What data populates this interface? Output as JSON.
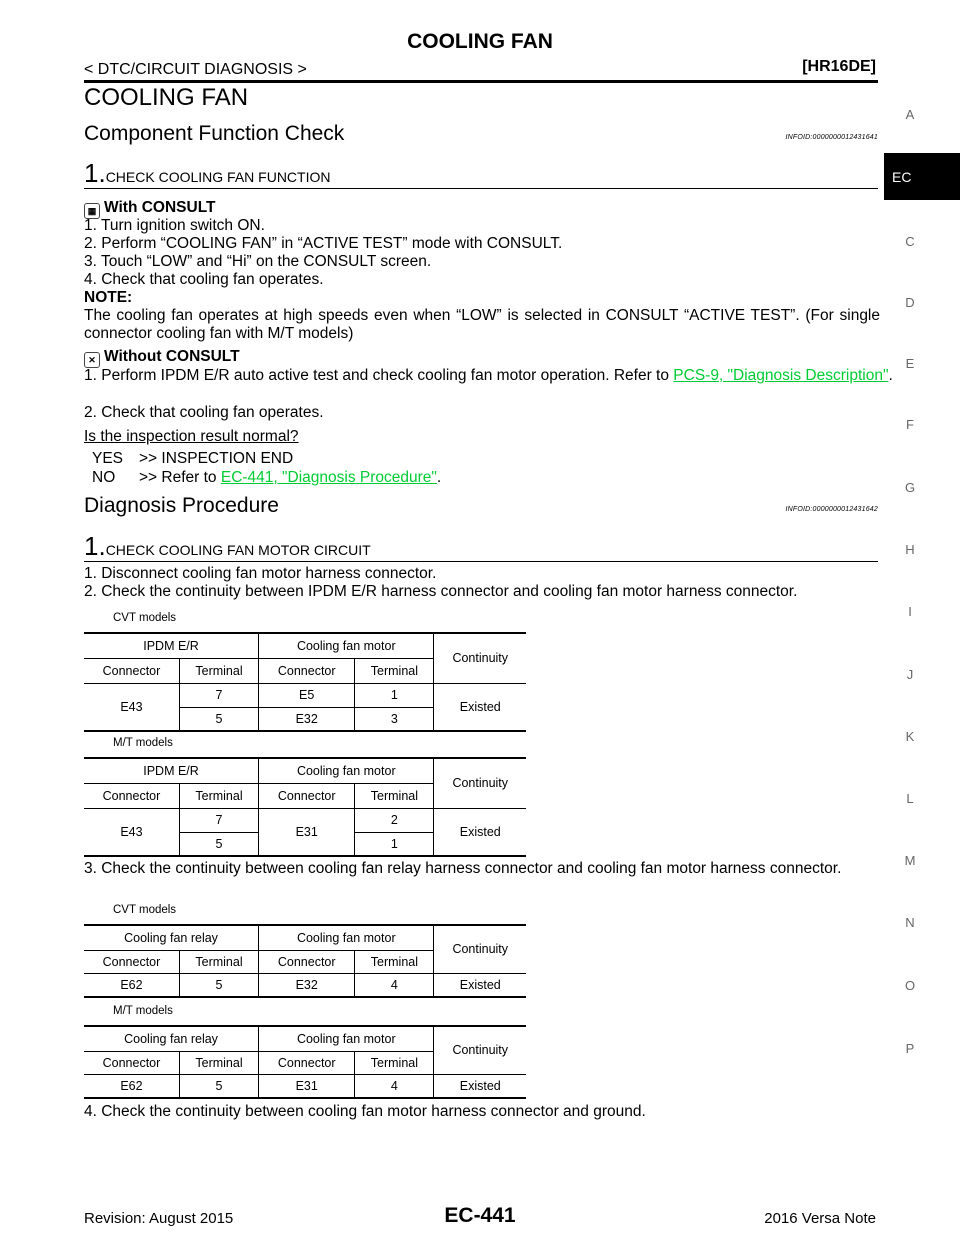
{
  "header": {
    "title": "COOLING FAN",
    "breadcrumb": "< DTC/CIRCUIT DIAGNOSIS >",
    "engine": "[HR16DE]"
  },
  "section_title": "COOLING FAN",
  "cfc": {
    "title": "Component Function Check",
    "infoid": "INFOID:0000000012431641",
    "step_num": "1.",
    "step_title": "CHECK COOLING FAN FUNCTION",
    "with_consult": "With CONSULT",
    "wc_lines": [
      "1. Turn ignition switch ON.",
      "2. Perform “COOLING FAN” in “ACTIVE TEST” mode with CONSULT.",
      "3. Touch “LOW” and “Hi” on the CONSULT screen.",
      "4. Check that cooling fan operates."
    ],
    "note_label": "NOTE:",
    "note_text": "The cooling fan operates at high speeds even when “LOW” is selected in CONSULT “ACTIVE TEST”. (For single connector cooling fan with M/T models)",
    "without_consult": "Without CONSULT",
    "wo_line1_pre": "1. Perform IPDM E/R auto active test and check cooling fan motor operation. Refer to ",
    "wo_line1_link": "PCS-9, \"Diagnosis Description\"",
    "wo_line1_post": ".",
    "wo_line2": "2. Check that cooling fan operates.",
    "question": "Is the inspection result normal?",
    "yes_key": "YES",
    "yes_text": ">> INSPECTION END",
    "no_key": "NO",
    "no_pre": ">> Refer to ",
    "no_link": "EC-441, \"Diagnosis Procedure\"",
    "no_post": "."
  },
  "dp": {
    "title": "Diagnosis Procedure",
    "infoid": "INFOID:0000000012431642",
    "step_num": "1.",
    "step_title": "CHECK COOLING FAN MOTOR CIRCUIT",
    "line1": "1. Disconnect cooling fan motor harness connector.",
    "line2": "2. Check the continuity between IPDM E/R harness connector and cooling fan motor harness connector.",
    "line3": "3. Check the continuity between cooling fan relay harness connector and cooling fan motor harness connector.",
    "line4": "4. Check the continuity between cooling fan motor harness connector and ground."
  },
  "tables": {
    "t1": {
      "caption": "CVT models",
      "h1": [
        "IPDM E/R",
        "Cooling fan motor",
        "Continuity"
      ],
      "h2": [
        "Connector",
        "Terminal",
        "Connector",
        "Terminal"
      ],
      "conn": "E43",
      "cont": "Existed",
      "rows": [
        [
          "7",
          "E5",
          "1"
        ],
        [
          "5",
          "E32",
          "3"
        ]
      ]
    },
    "t2": {
      "caption": "M/T models",
      "h1": [
        "IPDM E/R",
        "Cooling fan motor",
        "Continuity"
      ],
      "h2": [
        "Connector",
        "Terminal",
        "Connector",
        "Terminal"
      ],
      "conn": "E43",
      "motor_conn": "E31",
      "cont": "Existed",
      "rows": [
        [
          "7",
          "2"
        ],
        [
          "5",
          "1"
        ]
      ]
    },
    "t3": {
      "caption": "CVT models",
      "h1": [
        "Cooling fan relay",
        "Cooling fan motor",
        "Continuity"
      ],
      "h2": [
        "Connector",
        "Terminal",
        "Connector",
        "Terminal"
      ],
      "row": [
        "E62",
        "5",
        "E32",
        "4",
        "Existed"
      ]
    },
    "t4": {
      "caption": "M/T models",
      "h1": [
        "Cooling fan relay",
        "Cooling fan motor",
        "Continuity"
      ],
      "h2": [
        "Connector",
        "Terminal",
        "Connector",
        "Terminal"
      ],
      "row": [
        "E62",
        "5",
        "E31",
        "4",
        "Existed"
      ]
    }
  },
  "side_index": [
    "A",
    "EC",
    "C",
    "D",
    "E",
    "F",
    "G",
    "H",
    "I",
    "J",
    "K",
    "L",
    "M",
    "N",
    "O",
    "P"
  ],
  "footer": {
    "revision": "Revision: August 2015",
    "page": "EC-441",
    "model": "2016 Versa Note"
  },
  "colors": {
    "link": "#00cc33",
    "active_tab": "#000000"
  }
}
